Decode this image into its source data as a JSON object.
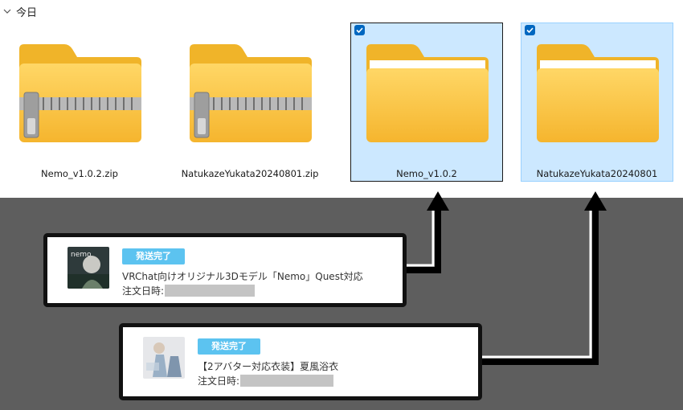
{
  "explorer": {
    "group_label": "今日",
    "items": [
      {
        "name": "Nemo_v1.0.2.zip",
        "type": "zip",
        "selected": false
      },
      {
        "name": "NatukazeYukata20240801.zip",
        "type": "zip",
        "selected": false
      },
      {
        "name": "Nemo_v1.0.2",
        "type": "folder",
        "selected": true,
        "focused": true
      },
      {
        "name": "NatukazeYukata20240801",
        "type": "folder",
        "selected": true,
        "focused": false
      }
    ]
  },
  "orders": [
    {
      "badge": "発送完了",
      "title": "VRChat向けオリジナル3Dモデル「Nemo」Quest対応",
      "date_label": "注文日時:",
      "thumb_text": "nemo"
    },
    {
      "badge": "発送完了",
      "title": "【2アバター対応衣装】夏風浴衣",
      "date_label": "注文日時:"
    }
  ],
  "colors": {
    "selection": "#cce8ff",
    "badge": "#5cc3f0",
    "checkbox": "#0067c0",
    "background": "#5e5e5e"
  },
  "icons": [
    "chevron-down-icon",
    "zip-folder-icon",
    "folder-icon",
    "checkbox-checked-icon",
    "arrow-up-icon"
  ]
}
